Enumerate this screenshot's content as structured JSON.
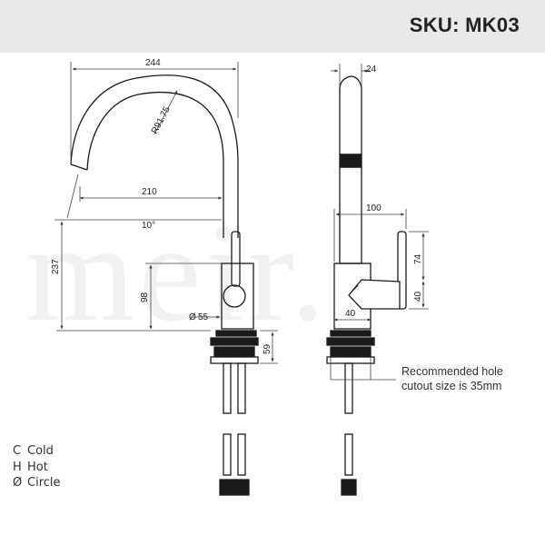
{
  "header": {
    "sku": "SKU: MK03"
  },
  "watermark": "meir.",
  "dimensions": {
    "overall_width": "244",
    "radius": "R91.75",
    "spout_reach": "210",
    "spout_angle": "10°",
    "overall_height": "237",
    "spout_height": "98",
    "base_diameter": "55",
    "shank_height": "59",
    "side_width": "24",
    "side_depth": "100",
    "lever_height": "74",
    "lever_low": "40",
    "body_width": "40"
  },
  "note": {
    "line1": "Recommended hole",
    "line2": "cutout size is 35mm"
  },
  "legend": [
    {
      "symbol": "C",
      "label": "Cold"
    },
    {
      "symbol": "H",
      "label": "Hot"
    },
    {
      "symbol": "Ø",
      "label": "Circle"
    }
  ],
  "colors": {
    "header_bg": "#e9e9e9",
    "line": "#1a1a1a",
    "dim_line": "#444444",
    "watermark": "#f1f1f1"
  }
}
